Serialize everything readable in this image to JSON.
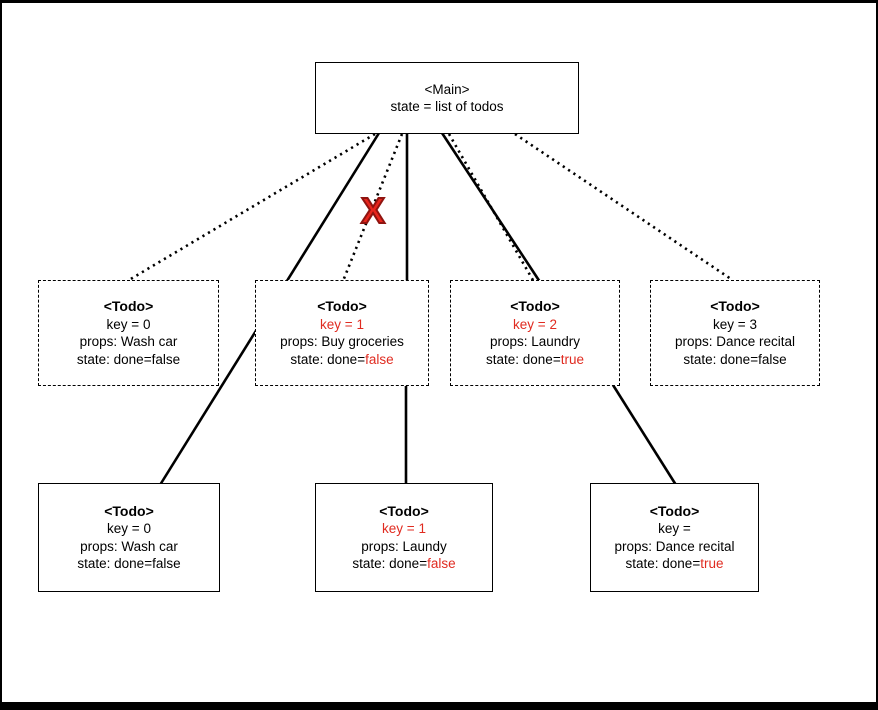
{
  "diagram": {
    "colors": {
      "highlight_red": "#e02b20",
      "x_fill": "#e8251d",
      "x_outline": "#8f1410"
    },
    "break_marker": "X",
    "main": {
      "title": "<Main>",
      "subtitle": "state = list of todos"
    },
    "old_tree": [
      {
        "title": "<Todo>",
        "key": {
          "text": "key = 0",
          "highlight": false
        },
        "props": "props: Wash car",
        "state": {
          "prefix": "state: done=",
          "value": "false",
          "highlight": false
        }
      },
      {
        "title": "<Todo>",
        "key": {
          "text": "key = 1",
          "highlight": true
        },
        "props": "props: Buy groceries",
        "state": {
          "prefix": "state: done=",
          "value": "false",
          "highlight": true
        }
      },
      {
        "title": "<Todo>",
        "key": {
          "text": "key = 2",
          "highlight": true
        },
        "props": "props: Laundry",
        "state": {
          "prefix": "state: done=",
          "value": "true",
          "highlight": true
        }
      },
      {
        "title": "<Todo>",
        "key": {
          "text": "key = 3",
          "highlight": false
        },
        "props": "props: Dance recital",
        "state": {
          "prefix": "state: done=",
          "value": "false",
          "highlight": false
        }
      }
    ],
    "new_tree": [
      {
        "title": "<Todo>",
        "key": {
          "text": "key = 0",
          "highlight": false
        },
        "props": "props: Wash car",
        "state": {
          "prefix": "state: done=",
          "value": "false",
          "highlight": false
        }
      },
      {
        "title": "<Todo>",
        "key": {
          "text": "key = 1",
          "highlight": true
        },
        "props": "props: Laundy",
        "state": {
          "prefix": "state: done=",
          "value": "false",
          "highlight": true
        }
      },
      {
        "title": "<Todo>",
        "key": {
          "text": "key =",
          "highlight": false
        },
        "props": "props: Dance recital",
        "state": {
          "prefix": "state: done=",
          "value": "true",
          "highlight": true
        }
      }
    ]
  }
}
